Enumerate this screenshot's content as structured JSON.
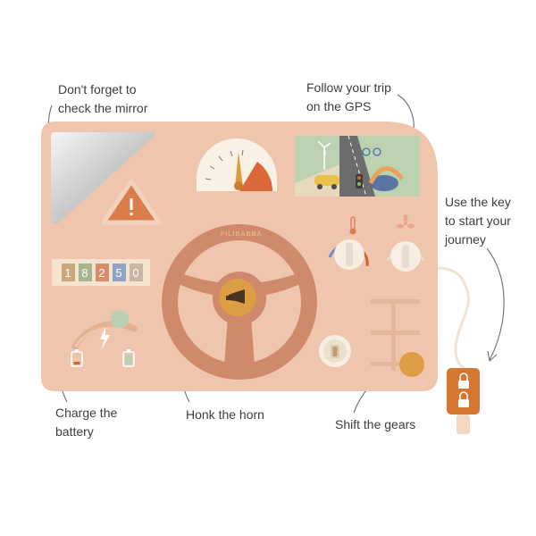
{
  "annotations": {
    "mirror": "Don't forget to\ncheck the mirror",
    "gps": "Follow your trip\non the GPS",
    "key": "Use the key\nto start your\njourney",
    "battery": "Charge the\nbattery",
    "horn": "Honk the horn",
    "gears": "Shift the gears"
  },
  "board": {
    "brand": "FILIBABBA",
    "odometer": [
      "1",
      "8",
      "2",
      "5",
      "0"
    ]
  },
  "colors": {
    "board": "#efc6ad",
    "wheel": "#cf8a6b",
    "horn": "#dd9d45",
    "warning": "#da7d4a",
    "key": "#d67633",
    "battery_knob": "#b9d0b2"
  },
  "icons": [
    "mirror",
    "warning-triangle-icon",
    "speedometer",
    "gps-map",
    "thermometer-icon",
    "fan-icon",
    "lightning-icon",
    "battery-low-icon",
    "battery-full-icon",
    "horn-icon",
    "lock-icon"
  ]
}
